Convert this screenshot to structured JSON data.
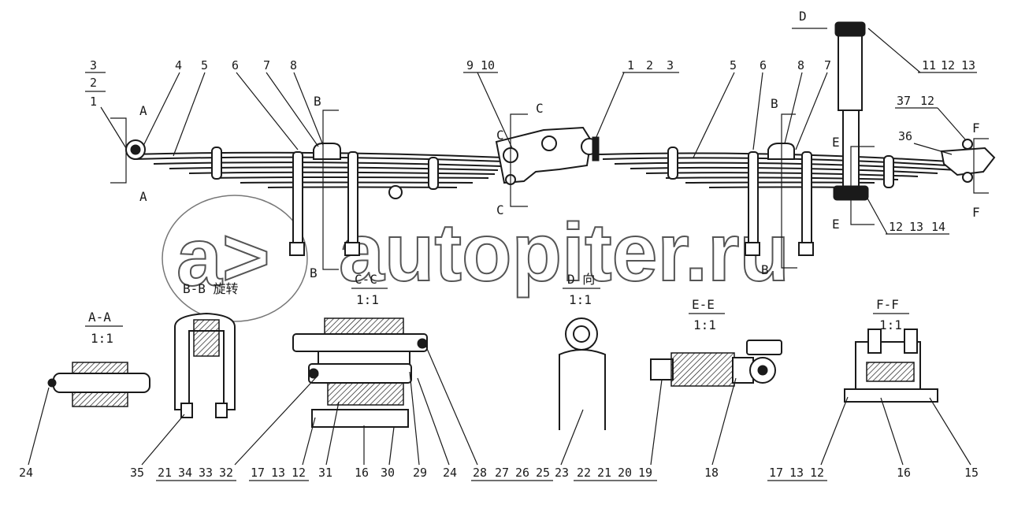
{
  "parts_diagram": {
    "callouts_top": [
      "3",
      "2",
      "1",
      "4",
      "5",
      "6",
      "7",
      "8",
      "9",
      "10",
      "1",
      "2",
      "3",
      "5",
      "6",
      "8",
      "7",
      "11",
      "12",
      "13",
      "37",
      "12",
      "36",
      "12",
      "13",
      "14"
    ],
    "callouts_bottom": [
      "24",
      "35",
      "21",
      "34",
      "33",
      "32",
      "17",
      "13",
      "12",
      "31",
      "16",
      "30",
      "29",
      "24",
      "28",
      "27",
      "26",
      "25",
      "23",
      "22",
      "21",
      "20",
      "19",
      "18",
      "17",
      "13",
      "12",
      "16",
      "15"
    ],
    "section_markers": {
      "a": "A",
      "b": "B",
      "c": "C",
      "d": "D",
      "e": "E",
      "f": "F"
    },
    "views": {
      "aa_title": "A-A",
      "aa_scale": "1:1",
      "bb_title": "B-B 旋转",
      "cc_title": "C-C",
      "cc_scale": "1:1",
      "d_title": "D 向",
      "d_scale": "1:1",
      "ee_title": "E-E",
      "ee_scale": "1:1",
      "ff_title": "F-F",
      "ff_scale": "1:1"
    },
    "watermark": "autopiter.ru",
    "watermark_logo": "a>"
  }
}
